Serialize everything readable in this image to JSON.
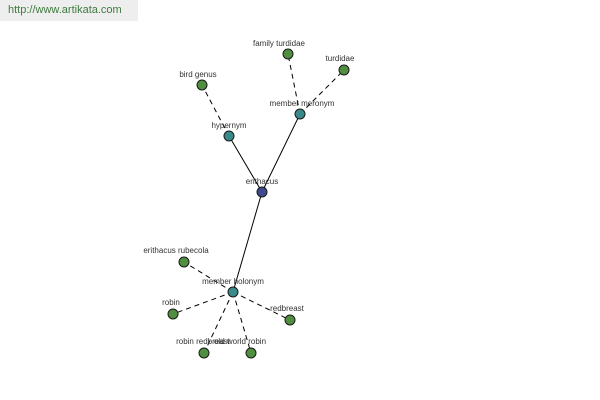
{
  "header": {
    "url": "http://www.artikata.com",
    "url_color": "#3e7a3e"
  },
  "colors": {
    "center_node": "#3d4a8f",
    "relation_node": "#3a8a8a",
    "leaf_node": "#4f8f3f"
  },
  "graph": {
    "nodes": [
      {
        "id": "erithacus",
        "label": "erithacus",
        "kind": "center"
      },
      {
        "id": "hypernym",
        "label": "hypernym",
        "kind": "relation"
      },
      {
        "id": "member_meronym",
        "label": "member meronym",
        "kind": "relation"
      },
      {
        "id": "member_holonym",
        "label": "member holonym",
        "kind": "relation"
      },
      {
        "id": "bird_genus",
        "label": "bird genus",
        "kind": "leaf"
      },
      {
        "id": "family_turdidae",
        "label": "family turdidae",
        "kind": "leaf"
      },
      {
        "id": "turdidae",
        "label": "turdidae",
        "kind": "leaf"
      },
      {
        "id": "erithacus_rubecola",
        "label": "erithacus rubecola",
        "kind": "leaf"
      },
      {
        "id": "robin",
        "label": "robin",
        "kind": "leaf"
      },
      {
        "id": "redbreast",
        "label": "redbreast",
        "kind": "leaf"
      },
      {
        "id": "robin_redbreast",
        "label": "robin redbreast",
        "kind": "leaf"
      },
      {
        "id": "old_world_robin",
        "label": "old world robin",
        "kind": "leaf"
      }
    ],
    "edges": [
      {
        "from": "erithacus",
        "to": "hypernym",
        "style": "solid"
      },
      {
        "from": "erithacus",
        "to": "member_meronym",
        "style": "solid"
      },
      {
        "from": "erithacus",
        "to": "member_holonym",
        "style": "solid"
      },
      {
        "from": "hypernym",
        "to": "bird_genus",
        "style": "dashed"
      },
      {
        "from": "member_meronym",
        "to": "family_turdidae",
        "style": "dashed"
      },
      {
        "from": "member_meronym",
        "to": "turdidae",
        "style": "dashed"
      },
      {
        "from": "member_holonym",
        "to": "erithacus_rubecola",
        "style": "dashed"
      },
      {
        "from": "member_holonym",
        "to": "robin",
        "style": "dashed"
      },
      {
        "from": "member_holonym",
        "to": "redbreast",
        "style": "dashed"
      },
      {
        "from": "member_holonym",
        "to": "robin_redbreast",
        "style": "dashed"
      },
      {
        "from": "member_holonym",
        "to": "old_world_robin",
        "style": "dashed"
      }
    ]
  }
}
